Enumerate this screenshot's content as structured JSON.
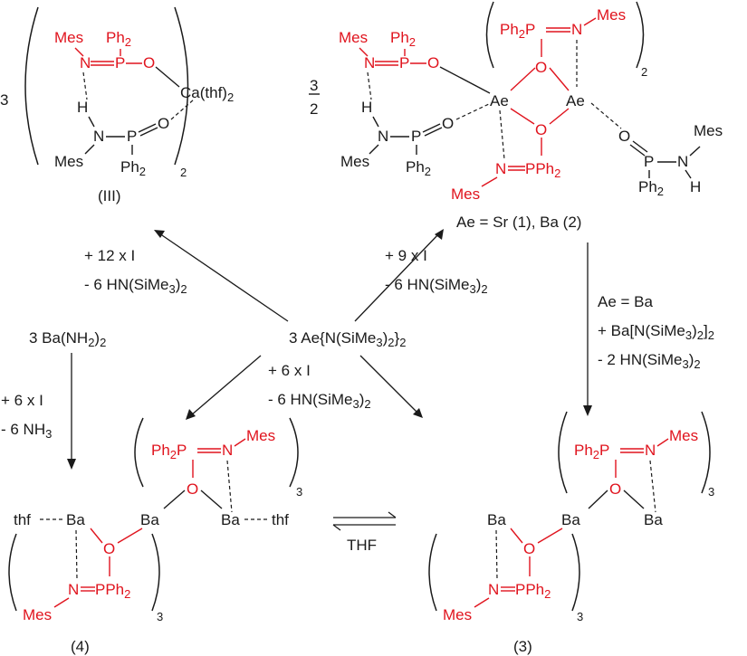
{
  "atoms": {
    "mes": "Mes",
    "ph2": "Ph",
    "two": "2",
    "three": "3",
    "n": "N",
    "p": "P",
    "o": "O",
    "h": "H",
    "ae": "Ae",
    "ba": "Ba",
    "thf": "thf",
    "pph2": "PPh",
    "ca_thf2": "Ca(thf)"
  },
  "labels": {
    "cmpd_III": "III",
    "cmpd_1": "1",
    "cmpd_2": "2",
    "cmpd_3": "3",
    "cmpd_4": "4",
    "ae_def_a": "Ae = Sr (",
    "ae_def_b": "), Ba (",
    "ae_def_c": ")",
    "frac_num": "3",
    "frac_den": "2",
    "coef_III": "3"
  },
  "reagents": {
    "center_a": "3 Ae{N(SiMe",
    "center_b": ")",
    "center_c": "}",
    "plus12": "+ 12 x ",
    "plus9": "+ 9 x ",
    "plus6": "+ 6 x ",
    "ligand": "I",
    "minus6_a": "- 6 HN(SiMe",
    "minus6_b": ")",
    "ae_eq_ba": "Ae = Ba",
    "plus_ba_a": "+ Ba[N(SiMe",
    "plus_ba_b": ")",
    "plus_ba_c": "]",
    "minus2_a": "- 2 HN(SiMe",
    "minus2_b": ")",
    "ba_nh2_a": "3 Ba(NH",
    "ba_nh2_b": ")",
    "minus_nh3_a": "- 6 NH",
    "thf_label": "THF"
  },
  "colors": {
    "ligand": "#e0141e",
    "ink": "#1a1a1a"
  }
}
